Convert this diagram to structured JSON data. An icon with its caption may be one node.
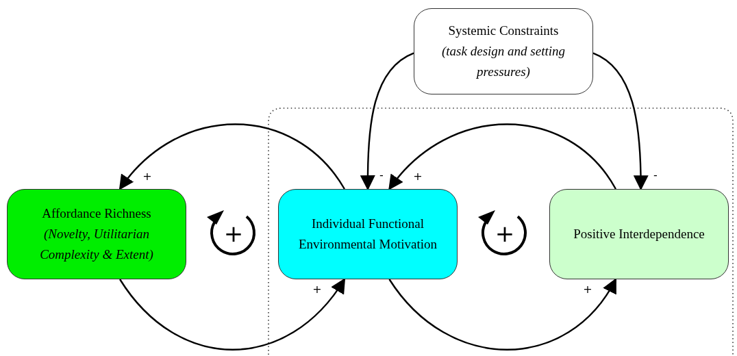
{
  "diagram": {
    "nodes": [
      {
        "text": [
          "Systemic Constraints",
          "(task design and setting pressures)"
        ]
      },
      {
        "text": [
          "Affordance Richness",
          "(Novelty, Utilitarian Complexity & Extent)"
        ]
      },
      {
        "text": [
          "Individual Functional Environmental Motivation"
        ]
      },
      {
        "text": [
          "Positive Interdependence"
        ]
      }
    ],
    "edges": [
      {
        "from": 0,
        "to": 2,
        "arrow": "to",
        "label": "-"
      },
      {
        "from": 0,
        "to": 3,
        "arrow": "to",
        "label": "-"
      },
      {
        "from": 2,
        "to": 1,
        "arrow": "to",
        "label": "+"
      },
      {
        "from": 1,
        "to": 2,
        "arrow": "to",
        "label": "+"
      },
      {
        "from": 3,
        "to": 2,
        "arrow": "to",
        "label": "+"
      },
      {
        "from": 2,
        "to": 3,
        "arrow": "to",
        "label": "+"
      }
    ],
    "labels": [
      "+",
      "+"
    ]
  }
}
